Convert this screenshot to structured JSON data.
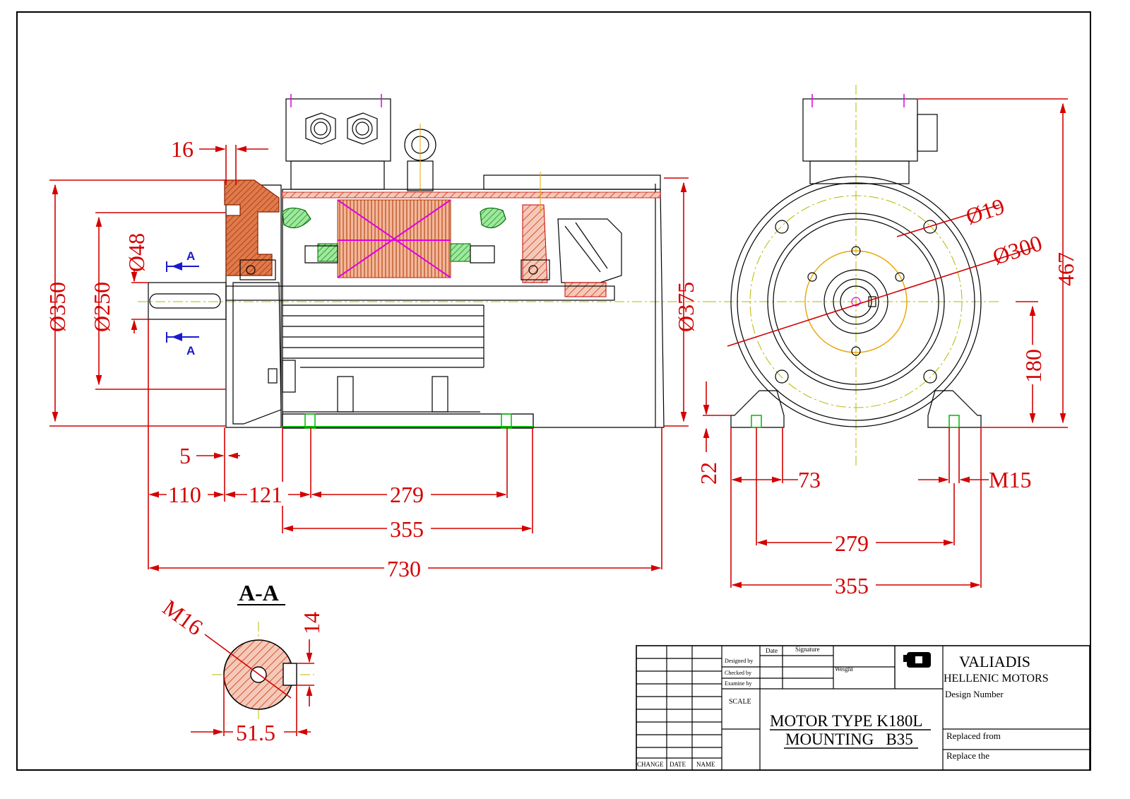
{
  "dimensions": {
    "d16": "16",
    "d48": "Ø48",
    "d350": "Ø350",
    "d250": "Ø250",
    "d375": "Ø375",
    "d5": "5",
    "d110": "110",
    "d121": "121",
    "d279": "279",
    "d355": "355",
    "d730": "730",
    "d19": "Ø19",
    "d300": "Ø300",
    "d467": "467",
    "d180": "180",
    "d22": "22",
    "d73": "73",
    "dM15": "M15",
    "d279b": "279",
    "d355b": "355",
    "dM16": "M16",
    "d14": "14",
    "d515": "51.5"
  },
  "section": {
    "title": "A-A",
    "marker_top": "A",
    "marker_bottom": "A"
  },
  "title_block": {
    "date": "Date",
    "signature": "Signature",
    "designed_by": "Designed by",
    "checked_by": "Checked by",
    "examined_by": "Examine by",
    "weight": "Weight",
    "scale": "SCALE",
    "change": "CHANGE",
    "date_col": "DATE",
    "name": "NAME",
    "company_line1": "VALIADIS",
    "company_line2": "HELLENIC MOTORS",
    "design_number": "Design Number",
    "replaced_from": "Replaced from",
    "replace_the": "Replace the",
    "motor_type": "MOTOR TYPE K180L",
    "mounting": "MOUNTING   B35"
  },
  "colors": {
    "dimension": "#d40000",
    "outline": "#000000",
    "centerline": "#b8b800",
    "winding": "#e000e0",
    "highlight": "#00b800",
    "bolt_circle": "#e8a400",
    "section_marker": "#1a1acc"
  }
}
